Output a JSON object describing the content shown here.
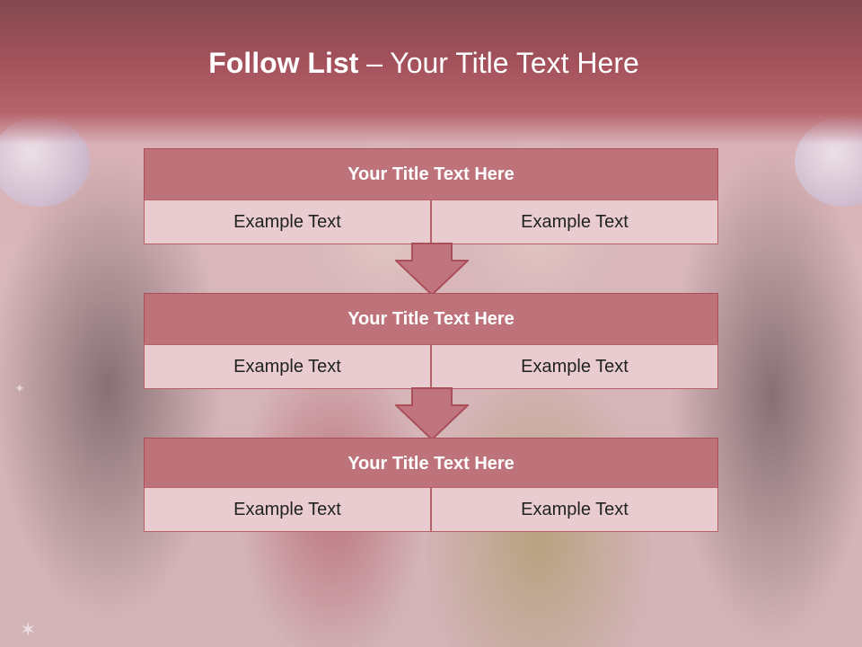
{
  "slide": {
    "title_bold": "Follow List",
    "title_rest": " – Your Title Text Here"
  },
  "blocks": [
    {
      "title": "Your Title Text Here",
      "left": "Example Text",
      "right": "Example Text"
    },
    {
      "title": "Your Title Text Here",
      "left": "Example Text",
      "right": "Example Text"
    },
    {
      "title": "Your Title Text Here",
      "left": "Example Text",
      "right": "Example Text"
    }
  ],
  "colors": {
    "header": "#a5525c",
    "block_title": "#be737b",
    "cell": "#e8ccd0",
    "border": "#a94f5a"
  }
}
